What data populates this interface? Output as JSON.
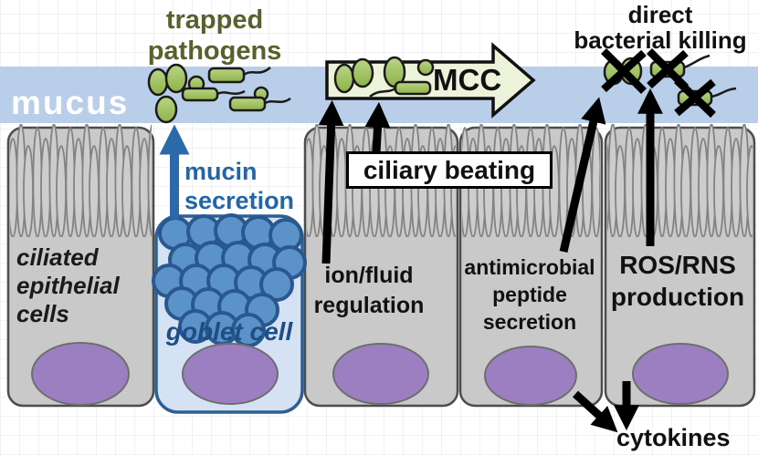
{
  "labels": {
    "trapped_pathogens": "trapped\npathogens",
    "mucus": "mucus",
    "mcc": "MCC",
    "ciliary_beating": "ciliary beating",
    "mucin_secretion": "mucin\nsecretion",
    "ciliated_epithelial_cells": "ciliated\nepithelial\ncells",
    "goblet_cell": "goblet cell",
    "ion_fluid_regulation": "ion/fluid\nregulation",
    "antimicrobial_peptide_secretion": "antimicrobial\npeptide\nsecretion",
    "ros_rns_production": "ROS/RNS\nproduction",
    "direct_bacterial_killing": "direct\nbacterial killing",
    "cytokines": "cytokines"
  },
  "colors": {
    "mucus_band": "#b9cfe9",
    "cell_fill": "#c9c9c9",
    "cell_border": "#4d4d4d",
    "goblet_fill": "#d4e2f3",
    "goblet_border": "#2d5f95",
    "granule_fill": "#5b93c9",
    "granule_border": "#28588f",
    "nucleus_fill": "#9c7fc1",
    "pathogen_light": "#b9d584",
    "pathogen_dark": "#8fb24a",
    "mcc_arrow_fill": "#edf2da",
    "olive_text": "#55622c",
    "mucin_text": "#2366a8",
    "goblet_text": "#1d4e84",
    "mucus_text": "#ffffff",
    "arrow_blue": "#2b6aaa",
    "arrow_black": "#000000"
  }
}
